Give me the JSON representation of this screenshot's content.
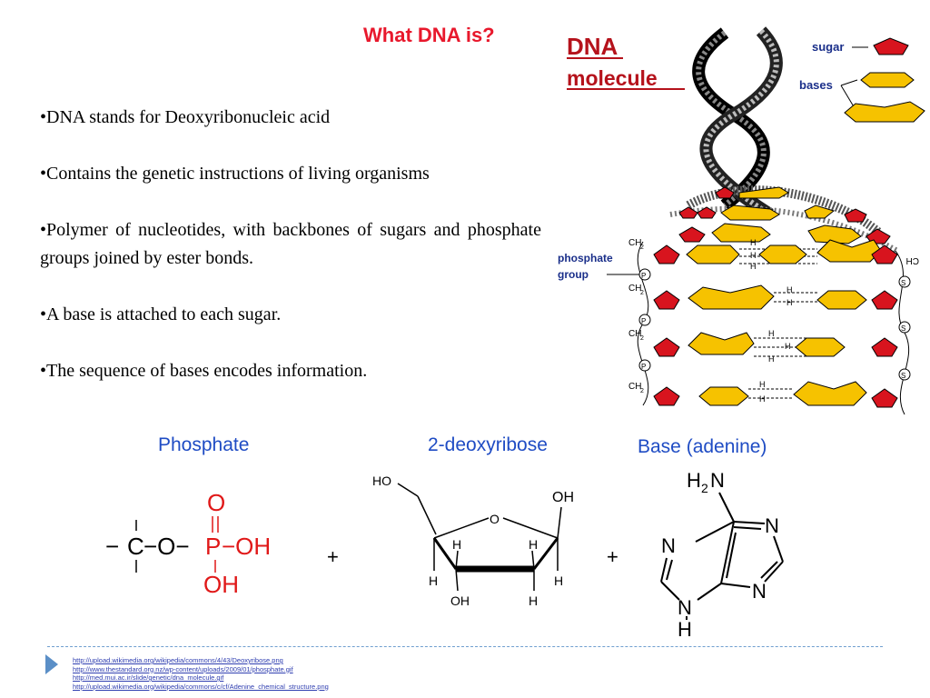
{
  "slide": {
    "title": "What DNA is?",
    "bullets": [
      "•DNA stands for Deoxyribonucleic acid",
      "•Contains the genetic instructions of living organisms",
      "•Polymer of nucleotides, with backbones of sugars and phosphate groups joined by ester bonds.",
      "•A base is attached to each sugar.",
      "•The sequence of bases encodes information."
    ]
  },
  "dna_figure": {
    "title_line1": "DNA",
    "title_line2": "molecule",
    "legend_sugar": "sugar",
    "legend_bases": "bases",
    "label_phosphate_line1": "phosphate",
    "label_phosphate_line2": "group",
    "ch2": "CH",
    "ch2_sub": "2",
    "phosphate_symbol": "P",
    "sugar_symbol": "S",
    "hydrogen": "H",
    "colors": {
      "sugar": "#d8141e",
      "base": "#f6c200",
      "label": "#1a2f8a",
      "title": "#b5121b"
    }
  },
  "structures": {
    "phosphate_label": "Phosphate",
    "deoxyribose_label": "2-deoxyribose",
    "base_label": "Base (adenine)",
    "plus": "+",
    "phosphate": {
      "dash": "−",
      "carbon": "C",
      "oxygen": "O",
      "phosphorus": "P",
      "dash_o": "−O−",
      "dash_oh": "−OH",
      "top_o": "O",
      "bottom_oh": "OH"
    },
    "deoxyribose": {
      "ho": "HO",
      "oh_right": "OH",
      "ring_o": "O",
      "h": "H",
      "oh_bottom": "OH"
    },
    "adenine": {
      "h": "H",
      "sub2": "2",
      "n": "N"
    }
  },
  "references": [
    "http://upload.wikimedia.org/wikipedia/commons/4/43/Deoxyribose.png",
    "http://www.thestandard.org.nz/wp-content/uploads/2009/01/phosphate.gif",
    "http://med.mui.ac.ir/slide/genetic/dna_molecule.gif",
    "http://upload.wikimedia.org/wikipedia/commons/c/cf/Adenine_chemical_structure.png"
  ],
  "colors": {
    "title": "#e8182c",
    "labels": "#1f4cc4",
    "links": "#2f3eb0",
    "accent": "#5b8fc7"
  }
}
